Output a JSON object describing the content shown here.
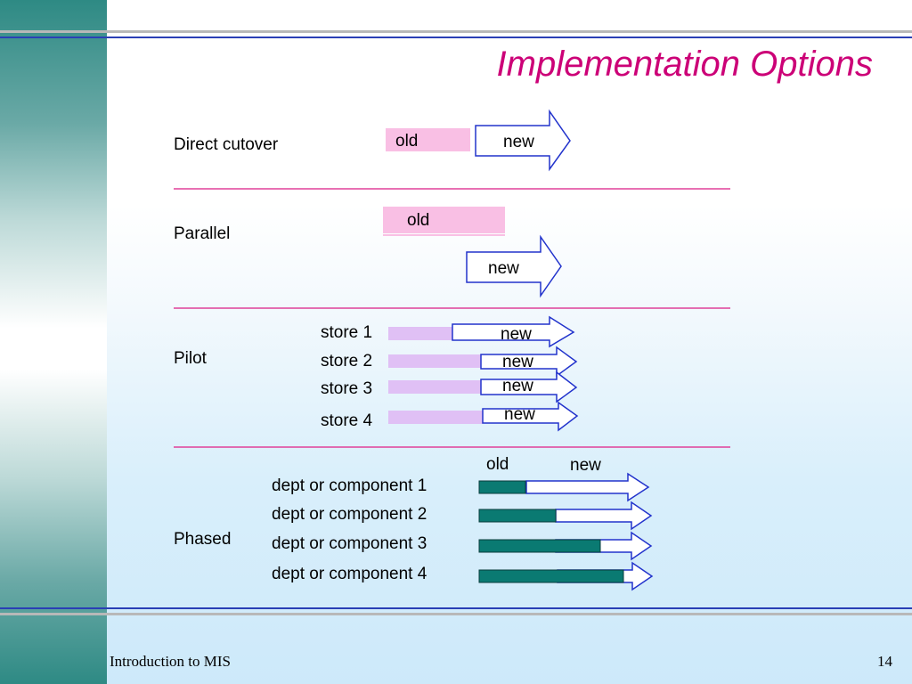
{
  "slide": {
    "title": "Implementation Options",
    "footer_left": "Introduction to MIS",
    "page_number": "14"
  },
  "colors": {
    "title": "#cc0077",
    "divider": "#e0409a",
    "rule_blue": "#2a3fb5",
    "old_pink": "#f9bfe4",
    "old_lavender": "#e0c0f5",
    "old_teal": "#0a7a72",
    "arrow_stroke": "#2233cc"
  },
  "sections": {
    "direct": {
      "label": "Direct cutover",
      "old": "old",
      "new": "new"
    },
    "parallel": {
      "label": "Parallel",
      "old": "old",
      "new": "new"
    },
    "pilot": {
      "label": "Pilot",
      "rows": [
        {
          "label": "store 1",
          "new": "new"
        },
        {
          "label": "store 2",
          "new": "new"
        },
        {
          "label": "store 3",
          "new": "new"
        },
        {
          "label": "store 4",
          "new": "new"
        }
      ]
    },
    "phased": {
      "label": "Phased",
      "old_header": "old",
      "new_header": "new",
      "rows": [
        {
          "label": "dept or component 1"
        },
        {
          "label": "dept or component 2"
        },
        {
          "label": "dept or component 3"
        },
        {
          "label": "dept or component 4"
        }
      ]
    }
  }
}
